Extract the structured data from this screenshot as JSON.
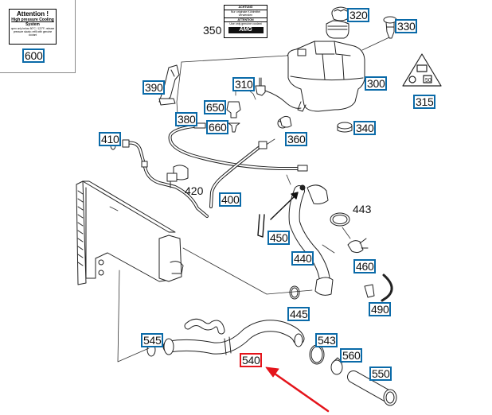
{
  "diagram": {
    "title": "Cooling system parts diagram",
    "accent_colors": {
      "tag_border": "#0a6aa8",
      "selected_border": "#e4141b",
      "arrow": "#e4141b"
    },
    "inset_label": {
      "heading": "Attention !",
      "subheading": "High pressure Cooling",
      "line3": "System",
      "fine_print": "open only below 50°C / 122°F; release pressure slowly; refill with genuine coolant"
    },
    "sticker": {
      "line1": "ACHTUNG",
      "line2": "Nur originale Kühlmittel verwenden",
      "line3": "ATTENTION",
      "line4": "Use only genuine coolant",
      "brand": "AMG"
    },
    "warning_icon": {
      "name": "hot-coolant-warning-icon",
      "value_text": "50"
    },
    "callouts": [
      {
        "id": "600",
        "label": "600"
      },
      {
        "id": "320",
        "label": "320"
      },
      {
        "id": "330",
        "label": "330"
      },
      {
        "id": "300",
        "label": "300"
      },
      {
        "id": "315",
        "label": "315"
      },
      {
        "id": "390",
        "label": "390"
      },
      {
        "id": "310",
        "label": "310"
      },
      {
        "id": "650",
        "label": "650"
      },
      {
        "id": "380",
        "label": "380"
      },
      {
        "id": "660",
        "label": "660"
      },
      {
        "id": "340",
        "label": "340"
      },
      {
        "id": "360",
        "label": "360"
      },
      {
        "id": "410",
        "label": "410"
      },
      {
        "id": "400",
        "label": "400"
      },
      {
        "id": "450",
        "label": "450"
      },
      {
        "id": "440",
        "label": "440"
      },
      {
        "id": "460",
        "label": "460"
      },
      {
        "id": "490",
        "label": "490"
      },
      {
        "id": "445",
        "label": "445"
      },
      {
        "id": "545",
        "label": "545"
      },
      {
        "id": "543",
        "label": "543"
      },
      {
        "id": "560",
        "label": "560"
      },
      {
        "id": "550",
        "label": "550"
      },
      {
        "id": "540",
        "label": "540",
        "selected": true
      }
    ],
    "plain_labels": [
      {
        "id": "350",
        "label": "350"
      },
      {
        "id": "420",
        "label": "420"
      },
      {
        "id": "443",
        "label": "443"
      }
    ]
  }
}
